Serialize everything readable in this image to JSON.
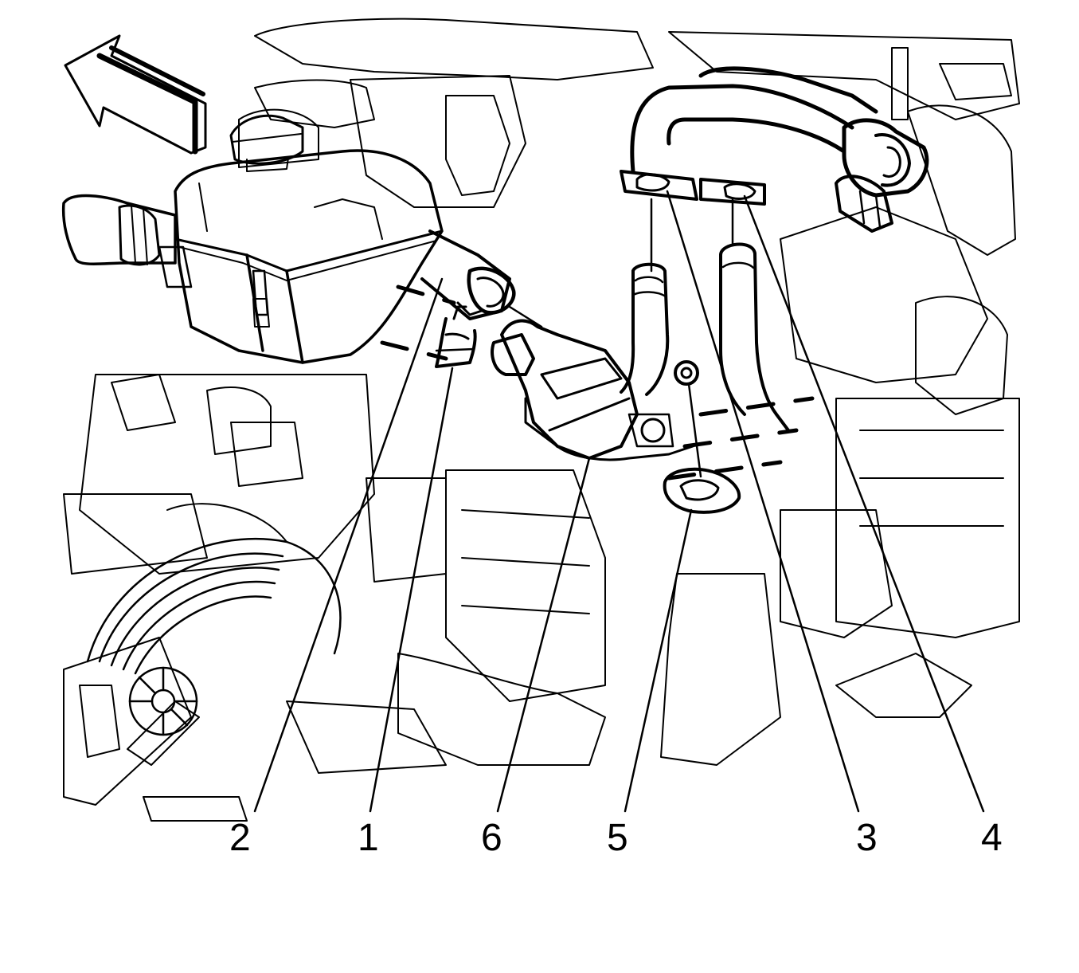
{
  "callouts": [
    {
      "id": "2",
      "label": "2"
    },
    {
      "id": "1",
      "label": "1"
    },
    {
      "id": "6",
      "label": "6"
    },
    {
      "id": "5",
      "label": "5"
    },
    {
      "id": "3",
      "label": "3"
    },
    {
      "id": "4",
      "label": "4"
    }
  ],
  "colors": {
    "line": "#000000",
    "background": "#ffffff"
  },
  "icons": [
    "front-direction-arrow-icon"
  ]
}
